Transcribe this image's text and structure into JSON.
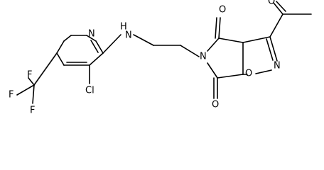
{
  "molecule": {
    "atoms": {
      "F_top": "F",
      "F_left": "F",
      "F_bottom": "F",
      "Cl": "Cl",
      "N_pyridine": "N",
      "NH": "H",
      "NH_N": "N",
      "N_imide": "N",
      "O_imide_top": "O",
      "O_imide_bottom": "O",
      "O_acetyl": "O",
      "N_isoxazoline": "N",
      "O_isoxazoline": "O"
    }
  }
}
